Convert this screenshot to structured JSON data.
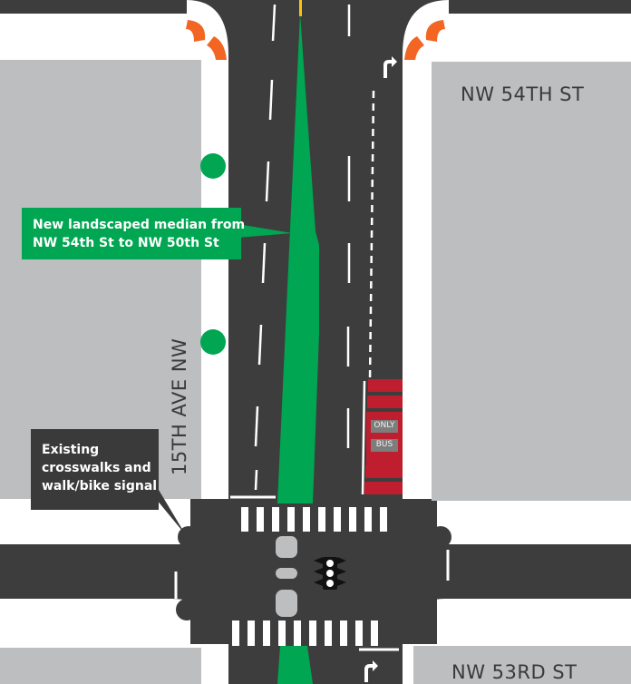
{
  "streets": {
    "nw54th": "NW 54TH ST",
    "nw53rd": "NW 53RD ST",
    "avenue": "15TH AVE NW"
  },
  "callouts": {
    "median": {
      "line1": "New landscaped median from",
      "line2": "NW 54th St to NW 50th St"
    },
    "crosswalk": {
      "line1": "Existing",
      "line2": "crosswalks and",
      "line3": "walk/bike signal"
    }
  },
  "bus_lane": {
    "word1": "ONLY",
    "word2": "BUS"
  },
  "colors": {
    "road": "#3d3d3e",
    "block": "#bcbec0",
    "median": "#00a651",
    "bus_lane": "#be1e2d",
    "curb_extension": "#f26522",
    "callout_dark": "#3a3a3a"
  },
  "icons": [
    "traffic-signal-icon",
    "right-turn-arrow-icon",
    "tree-icon"
  ]
}
